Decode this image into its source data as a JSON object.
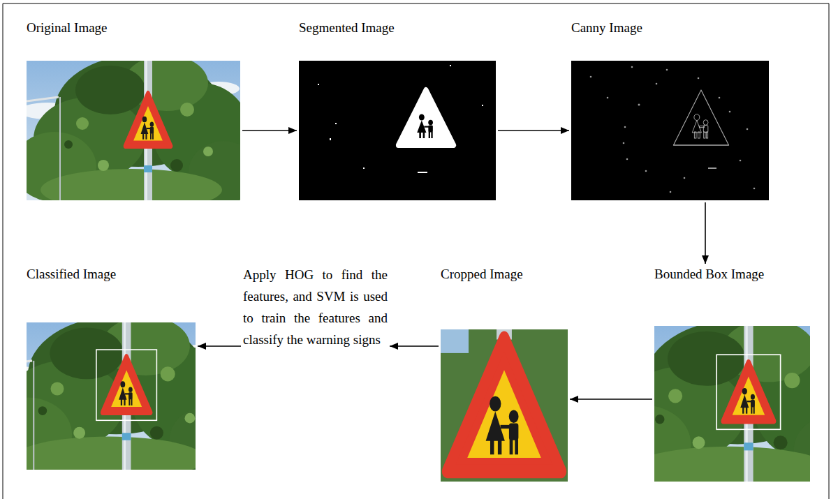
{
  "diagram": {
    "nodes": [
      {
        "text": [
          "Original Image"
        ]
      },
      {
        "text": [
          "Segmented Image"
        ]
      },
      {
        "text": [
          "Canny Image"
        ]
      },
      {
        "text": [
          "Classified Image"
        ]
      },
      {
        "text": [
          "Apply HOG to find the features, and SVM is used to train the features and classify the warning signs"
        ]
      },
      {
        "text": [
          "Cropped Image"
        ]
      },
      {
        "text": [
          "Bounded Box Image"
        ]
      }
    ],
    "edges": [
      {
        "from": 0,
        "to": 1,
        "arrow": "to"
      },
      {
        "from": 1,
        "to": 2,
        "arrow": "to"
      },
      {
        "from": 2,
        "to": 6,
        "arrow": "to"
      },
      {
        "from": 6,
        "to": 5,
        "arrow": "to"
      },
      {
        "from": 5,
        "to": 4,
        "arrow": "to"
      },
      {
        "from": 4,
        "to": 3,
        "arrow": "to"
      }
    ]
  }
}
